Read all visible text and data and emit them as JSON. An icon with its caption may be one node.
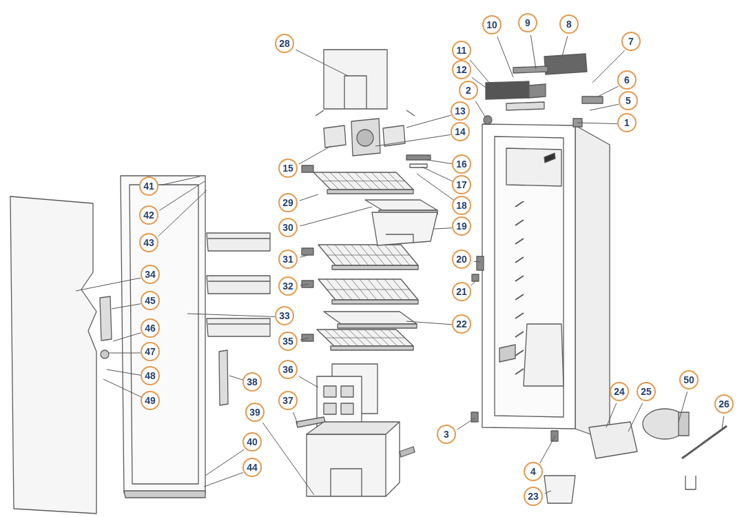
{
  "diagram": {
    "nodes": [
      {
        "text": [
          "28"
        ]
      },
      {
        "text": [
          "10"
        ]
      },
      {
        "text": [
          "9"
        ]
      },
      {
        "text": [
          "8"
        ]
      },
      {
        "text": [
          "7"
        ]
      },
      {
        "text": [
          "11"
        ]
      },
      {
        "text": [
          "12"
        ]
      },
      {
        "text": [
          "2"
        ]
      },
      {
        "text": [
          "6"
        ]
      },
      {
        "text": [
          "5"
        ]
      },
      {
        "text": [
          "1"
        ]
      },
      {
        "text": [
          "13"
        ]
      },
      {
        "text": [
          "14"
        ]
      },
      {
        "text": [
          "15"
        ]
      },
      {
        "text": [
          "16"
        ]
      },
      {
        "text": [
          "17"
        ]
      },
      {
        "text": [
          "18"
        ]
      },
      {
        "text": [
          "19"
        ]
      },
      {
        "text": [
          "41"
        ]
      },
      {
        "text": [
          "29"
        ]
      },
      {
        "text": [
          "42"
        ]
      },
      {
        "text": [
          "30"
        ]
      },
      {
        "text": [
          "43"
        ]
      },
      {
        "text": [
          "31"
        ]
      },
      {
        "text": [
          "20"
        ]
      },
      {
        "text": [
          "34"
        ]
      },
      {
        "text": [
          "32"
        ]
      },
      {
        "text": [
          "21"
        ]
      },
      {
        "text": [
          "45"
        ]
      },
      {
        "text": [
          "33"
        ]
      },
      {
        "text": [
          "22"
        ]
      },
      {
        "text": [
          "46"
        ]
      },
      {
        "text": [
          "35"
        ]
      },
      {
        "text": [
          "47"
        ]
      },
      {
        "text": [
          "36"
        ]
      },
      {
        "text": [
          "48"
        ]
      },
      {
        "text": [
          "38"
        ]
      },
      {
        "text": [
          "50"
        ]
      },
      {
        "text": [
          "24"
        ]
      },
      {
        "text": [
          "25"
        ]
      },
      {
        "text": [
          "49"
        ]
      },
      {
        "text": [
          "37"
        ]
      },
      {
        "text": [
          "26"
        ]
      },
      {
        "text": [
          "39"
        ]
      },
      {
        "text": [
          "3"
        ]
      },
      {
        "text": [
          "40"
        ]
      },
      {
        "text": [
          "44"
        ]
      },
      {
        "text": [
          "4"
        ]
      },
      {
        "text": [
          "23"
        ]
      }
    ],
    "edges": [
      {
        "from": 0,
        "to": null,
        "arrow": "none"
      },
      {
        "from": 1,
        "to": null,
        "arrow": "none"
      },
      {
        "from": 2,
        "to": null,
        "arrow": "none"
      },
      {
        "from": 3,
        "to": null,
        "arrow": "none"
      },
      {
        "from": 4,
        "to": null,
        "arrow": "none"
      },
      {
        "from": 5,
        "to": null,
        "arrow": "none"
      },
      {
        "from": 6,
        "to": null,
        "arrow": "none"
      },
      {
        "from": 7,
        "to": null,
        "arrow": "none"
      },
      {
        "from": 8,
        "to": null,
        "arrow": "none"
      },
      {
        "from": 9,
        "to": null,
        "arrow": "none"
      },
      {
        "from": 10,
        "to": null,
        "arrow": "none"
      },
      {
        "from": 11,
        "to": null,
        "arrow": "none"
      },
      {
        "from": 12,
        "to": null,
        "arrow": "none"
      },
      {
        "from": 13,
        "to": null,
        "arrow": "none"
      },
      {
        "from": 14,
        "to": null,
        "arrow": "none"
      },
      {
        "from": 15,
        "to": null,
        "arrow": "none"
      },
      {
        "from": 16,
        "to": null,
        "arrow": "none"
      },
      {
        "from": 17,
        "to": null,
        "arrow": "none"
      },
      {
        "from": 18,
        "to": null,
        "arrow": "none"
      },
      {
        "from": 19,
        "to": null,
        "arrow": "none"
      },
      {
        "from": 20,
        "to": null,
        "arrow": "none"
      },
      {
        "from": 21,
        "to": null,
        "arrow": "none"
      },
      {
        "from": 22,
        "to": null,
        "arrow": "none"
      },
      {
        "from": 23,
        "to": null,
        "arrow": "none"
      },
      {
        "from": 24,
        "to": null,
        "arrow": "none"
      },
      {
        "from": 25,
        "to": null,
        "arrow": "none"
      },
      {
        "from": 26,
        "to": null,
        "arrow": "none"
      },
      {
        "from": 27,
        "to": null,
        "arrow": "none"
      },
      {
        "from": 28,
        "to": null,
        "arrow": "none"
      },
      {
        "from": 29,
        "to": null,
        "arrow": "none"
      },
      {
        "from": 30,
        "to": null,
        "arrow": "none"
      },
      {
        "from": 31,
        "to": null,
        "arrow": "none"
      },
      {
        "from": 32,
        "to": null,
        "arrow": "none"
      },
      {
        "from": 33,
        "to": null,
        "arrow": "none"
      },
      {
        "from": 34,
        "to": null,
        "arrow": "none"
      },
      {
        "from": 35,
        "to": null,
        "arrow": "none"
      },
      {
        "from": 36,
        "to": null,
        "arrow": "none"
      },
      {
        "from": 37,
        "to": null,
        "arrow": "none"
      },
      {
        "from": 38,
        "to": null,
        "arrow": "none"
      },
      {
        "from": 39,
        "to": null,
        "arrow": "none"
      },
      {
        "from": 40,
        "to": null,
        "arrow": "none"
      },
      {
        "from": 41,
        "to": null,
        "arrow": "none"
      },
      {
        "from": 42,
        "to": null,
        "arrow": "none"
      },
      {
        "from": 43,
        "to": null,
        "arrow": "none"
      },
      {
        "from": 44,
        "to": null,
        "arrow": "none"
      },
      {
        "from": 45,
        "to": null,
        "arrow": "none"
      },
      {
        "from": 46,
        "to": null,
        "arrow": "none"
      },
      {
        "from": 47,
        "to": null,
        "arrow": "none"
      },
      {
        "from": 48,
        "to": null,
        "arrow": "none"
      }
    ]
  }
}
